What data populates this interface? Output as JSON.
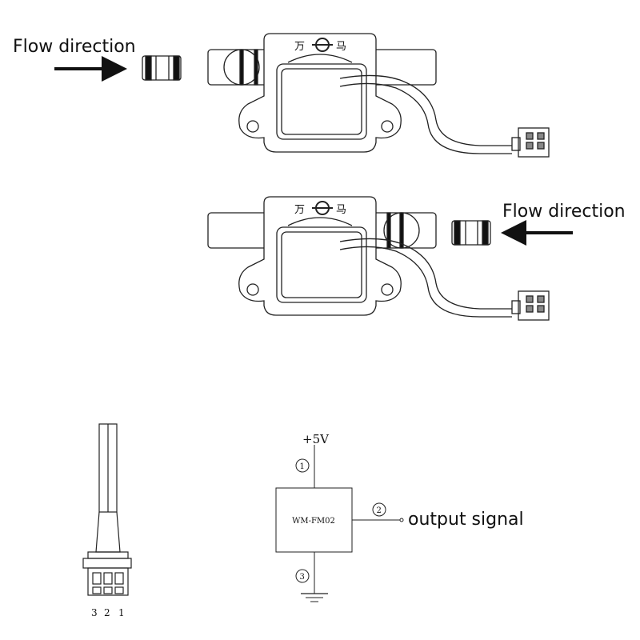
{
  "top_sensor": {
    "flow_label": "Flow direction",
    "brand_left": "万",
    "brand_right": "马"
  },
  "bottom_sensor": {
    "flow_label": "Flow direction",
    "brand_left": "万",
    "brand_right": "马"
  },
  "connector": {
    "pins": [
      "3",
      "2",
      "1"
    ]
  },
  "circuit": {
    "supply": "+5V",
    "pin1": "1",
    "pin2": "2",
    "pin3": "3",
    "module": "WM-FM02",
    "output_label": "output signal"
  }
}
